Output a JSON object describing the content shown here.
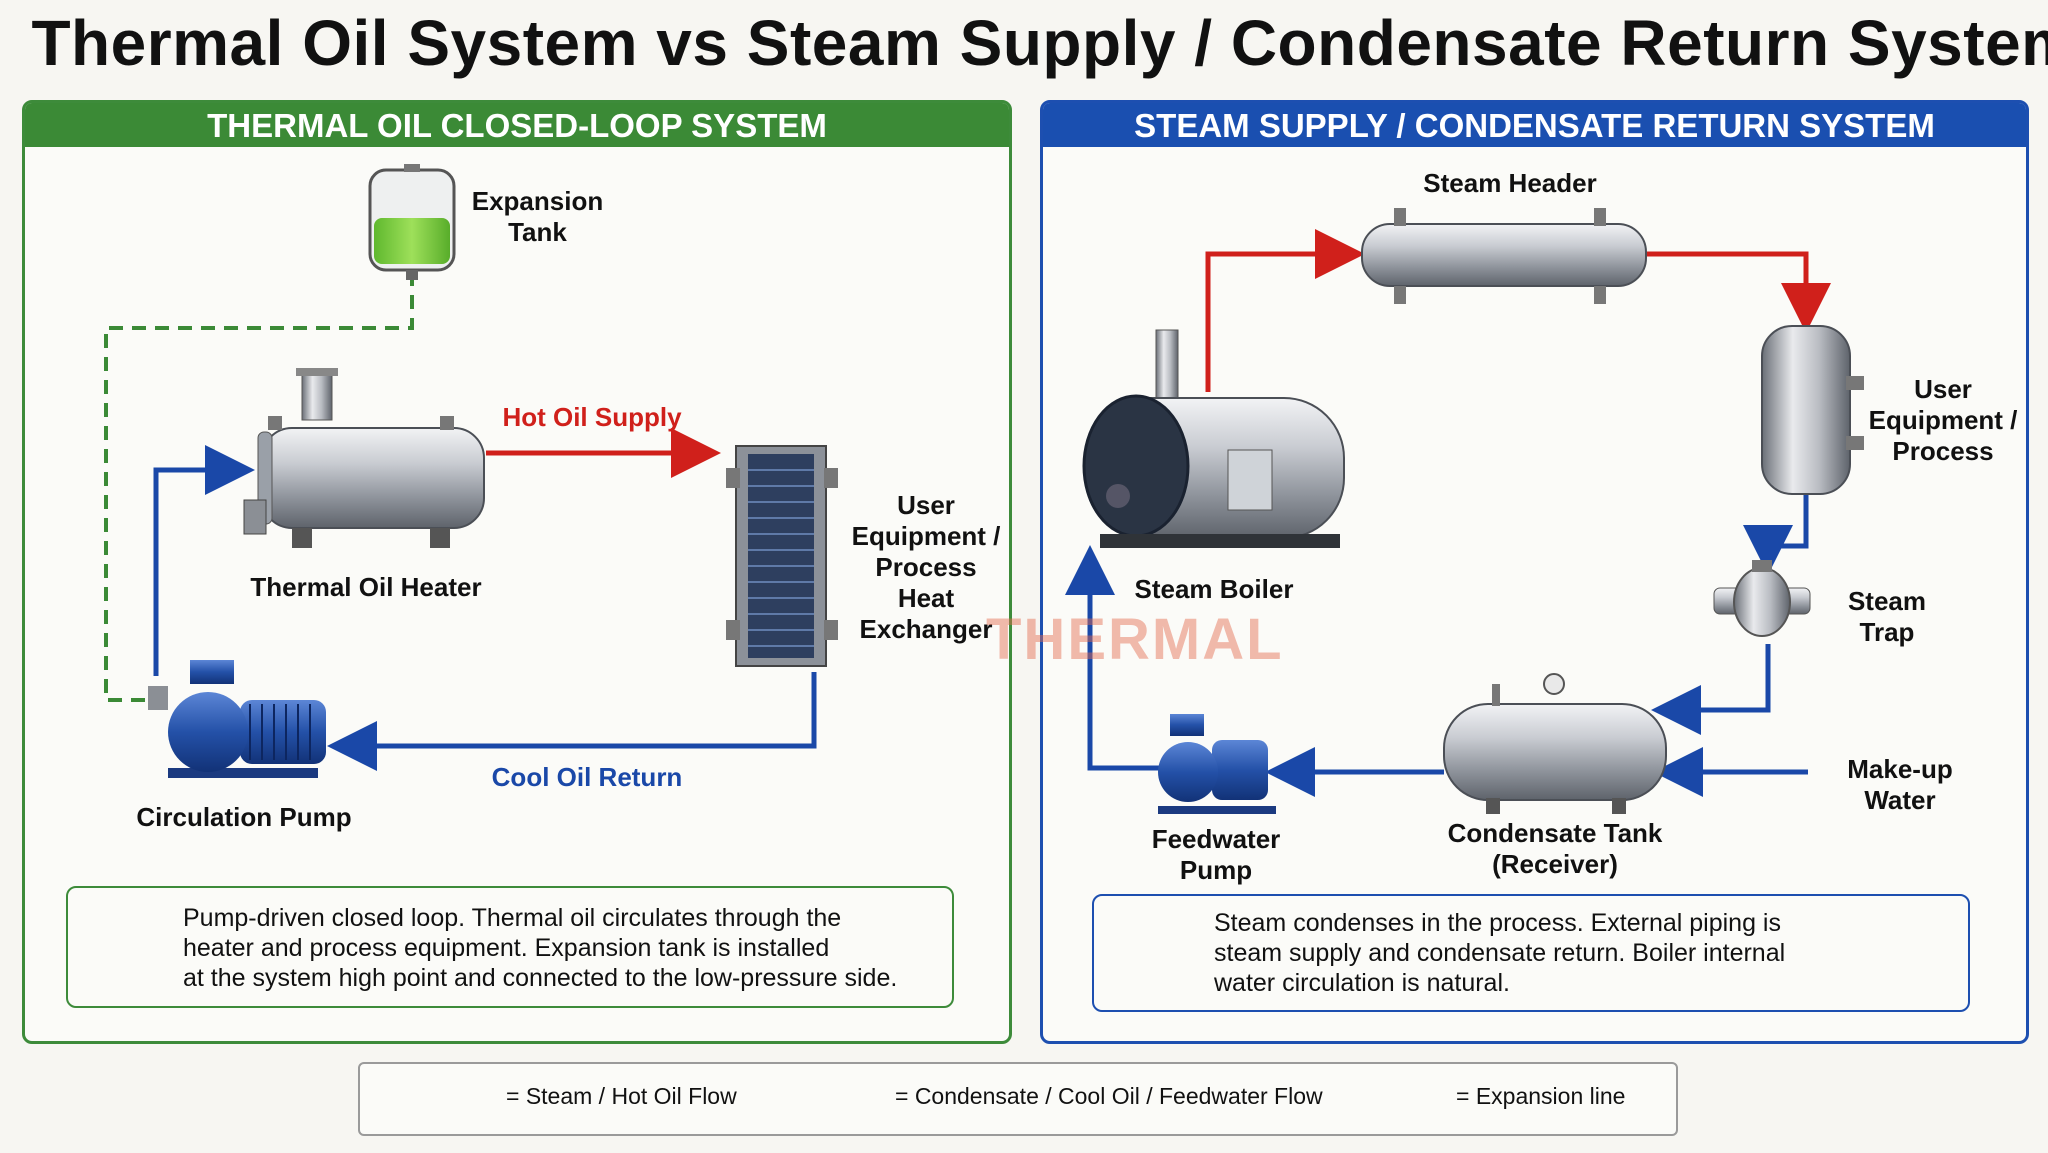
{
  "title": "Thermal Oil System vs Steam Supply / Condensate Return System",
  "left_panel": {
    "heading": "THERMAL OIL CLOSED-LOOP SYSTEM",
    "expansion_tank": "Expansion\nTank",
    "heater": "Thermal Oil Heater",
    "hot_oil_supply": "Hot Oil Supply",
    "user_equipment": "User\nEquipment /\nProcess Heat\nExchanger",
    "cool_oil_return": "Cool Oil Return",
    "circulation_pump": "Circulation Pump",
    "note": "Pump-driven closed loop. Thermal oil circulates through the\nheater and process equipment. Expansion tank is installed\nat the system high point and connected to the low-pressure side."
  },
  "right_panel": {
    "heading": "STEAM SUPPLY / CONDENSATE RETURN SYSTEM",
    "steam_header": "Steam Header",
    "user_equipment": "User\nEquipment /\nProcess",
    "steam_boiler": "Steam Boiler",
    "steam_trap": "Steam Trap",
    "makeup_water": "Make-up Water",
    "feedwater_pump": "Feedwater Pump",
    "condensate_tank": "Condensate Tank\n(Receiver)",
    "note": "Steam condenses in the process. External piping is\nsteam supply and condensate return. Boiler internal\nwater circulation is natural."
  },
  "legend": {
    "steam_hot_oil": "= Steam / Hot Oil Flow",
    "condensate_cool": "= Condensate / Cool Oil / Feedwater Flow",
    "expansion": "= Expansion line"
  },
  "watermark": "THERMAL",
  "colors": {
    "hot_flow": "#d0201b",
    "cool_flow": "#1a48a8",
    "expansion": "#3b8a36",
    "left_accent": "#3b8a36",
    "right_accent": "#1a4fb0"
  }
}
